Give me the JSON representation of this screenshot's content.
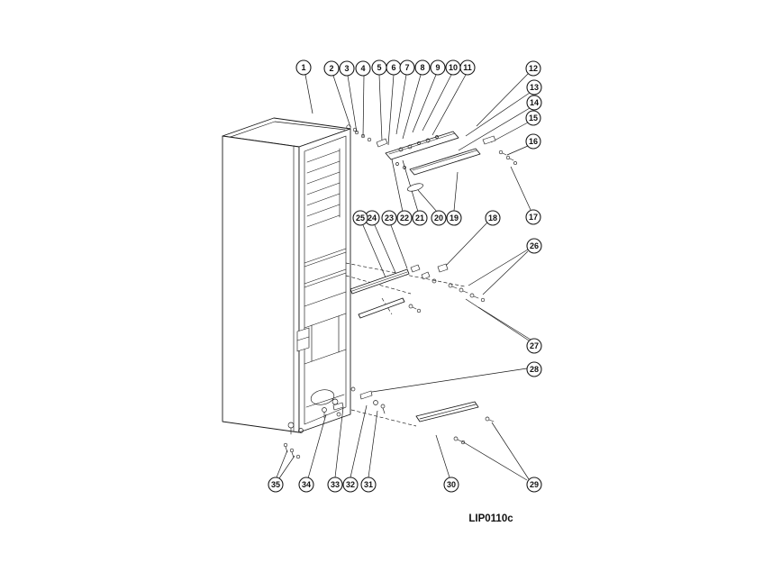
{
  "diagram": {
    "code": "LIP0110c"
  },
  "colors": {
    "background": "#ffffff",
    "line": "#1a1a1a"
  },
  "callouts": [
    "1",
    "2",
    "3",
    "4",
    "5",
    "6",
    "7",
    "8",
    "9",
    "10",
    "11",
    "12",
    "13",
    "14",
    "15",
    "16",
    "17",
    "18",
    "19",
    "20",
    "21",
    "22",
    "23",
    "24",
    "25",
    "26",
    "27",
    "28",
    "29",
    "30",
    "31",
    "32",
    "33",
    "34",
    "35"
  ]
}
